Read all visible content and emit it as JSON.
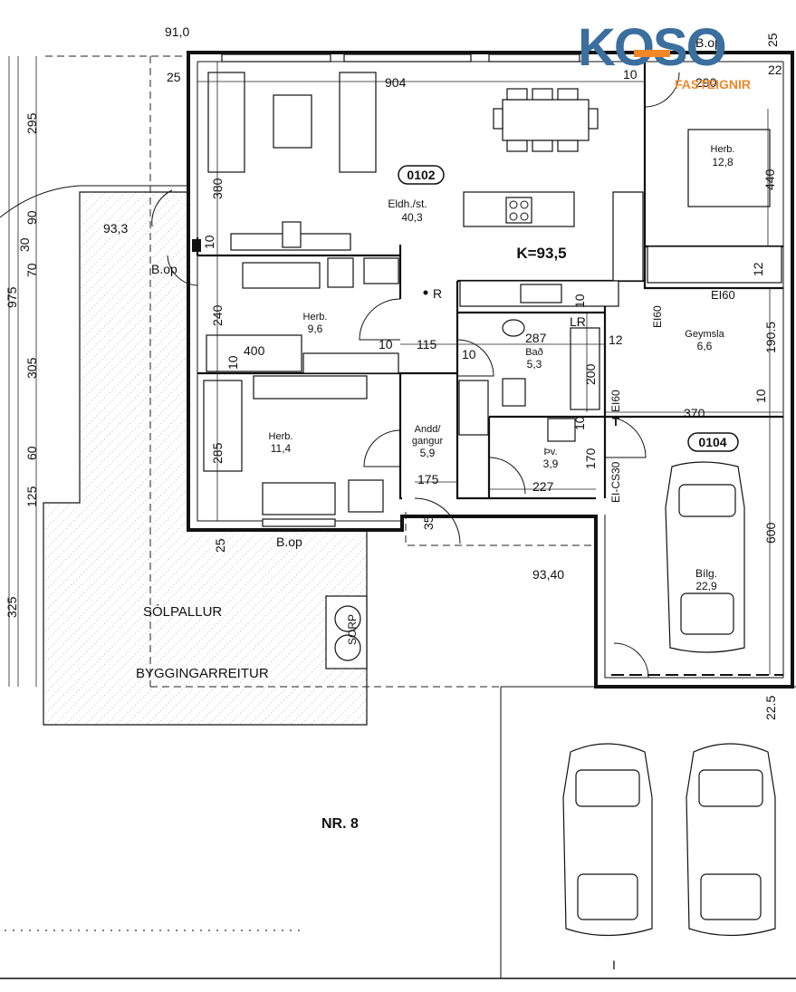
{
  "brand": {
    "logo_text": "KOSO",
    "logo_color": "#3a6f9e",
    "logo_accent_color": "#f0882a",
    "subtitle": "FASTEIGNIR"
  },
  "plot_label": "NR. 8",
  "drawing_marker": "I",
  "rooms": {
    "living": {
      "tag": "0102",
      "name": "Eldh./st.",
      "area": "40,3"
    },
    "bed_ne": {
      "name": "Herb.",
      "area": "12,8"
    },
    "bed_mid": {
      "name": "Herb.",
      "area": "9,6"
    },
    "bed_sw": {
      "name": "Herb.",
      "area": "11,4"
    },
    "hall": {
      "name_1": "Andd/",
      "name_2": "gangur",
      "area": "5,9"
    },
    "bath": {
      "name": "Bað",
      "area": "5,3"
    },
    "laundry": {
      "name": "Þv.",
      "area": "3,9"
    },
    "storage": {
      "name": "Geymsla",
      "area": "6,6"
    },
    "garage": {
      "tag": "0104",
      "name": "Bílg.",
      "area": "22,9"
    }
  },
  "labels": {
    "k_value": "K=93,5",
    "r_marker": "R",
    "b_op_top": "B.op",
    "b_op_left": "B.op",
    "b_op_bottom": "B.op",
    "solpallur": "SÓLPALLUR",
    "byggingarreitur": "BYGGINGARREITUR",
    "sorp": "SORP",
    "lr": "LR",
    "t_marker": "T",
    "ei60_a": "EI60",
    "ei60_b": "EI60",
    "ei60_c": "EI60",
    "ei_cs30": "EI-CS30"
  },
  "dimensions": {
    "top_91": "91,0",
    "d_25_top": "25",
    "d_904": "904",
    "d_10_top": "10",
    "d_290": "290",
    "d_22": "22",
    "d_25_right": "25",
    "d_380": "380",
    "d_933": "93,3",
    "d_10_left": "10",
    "d_240": "240",
    "d_400": "400",
    "d_10_mid": "10",
    "d_285": "285",
    "d_10_hall": "10",
    "d_115": "115",
    "d_287": "287",
    "d_10_bath": "10",
    "d_12": "12",
    "d_200": "200",
    "d_10_lr": "10",
    "d_10_lv": "10",
    "d_170": "170",
    "d_175": "175",
    "d_227": "227",
    "d_35": "35",
    "d_25_bottom": "25",
    "d_9340": "93,40",
    "d_370": "370",
    "d_1905": "190.5",
    "d_10_storage": "10",
    "d_12_bed": "12",
    "d_440": "440",
    "d_600": "600",
    "d_225": "22.5",
    "left_295": "295",
    "left_90": "90",
    "left_30": "30",
    "left_70": "70",
    "left_975": "975",
    "left_305": "305",
    "left_60": "60",
    "left_125": "125",
    "left_325": "325"
  }
}
